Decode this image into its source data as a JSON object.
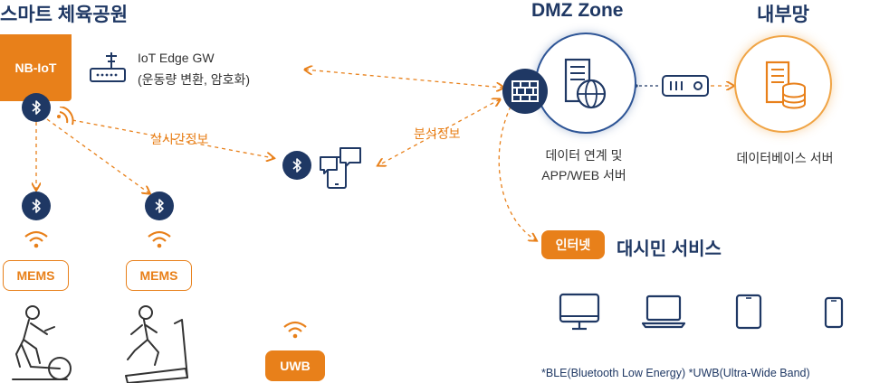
{
  "park": {
    "title": "스마트 체육공원",
    "nb_iot": "NB-IoT"
  },
  "gateway": {
    "line1": "IoT Edge GW",
    "line2": "(운동량 변환, 암호화)"
  },
  "labels": {
    "realtime": "실시간정보",
    "analysis": "분석정보"
  },
  "devices": {
    "mems1": "MEMS",
    "mems2": "MEMS",
    "uwb": "UWB"
  },
  "dmz": {
    "title": "DMZ Zone",
    "desc_line1": "데이터 연계 및",
    "desc_line2": "APP/WEB 서버"
  },
  "internal": {
    "title": "내부망",
    "desc": "데이터베이스 서버"
  },
  "service": {
    "badge": "인터넷",
    "title": "대시민 서비스"
  },
  "footnote": "*BLE(Bluetooth Low Energy)  *UWB(Ultra-Wide Band)",
  "colors": {
    "navy": "#1f3864",
    "blue": "#2e5596",
    "orange": "#e8801a"
  },
  "icons": [
    "bluetooth-icon",
    "router-icon",
    "wifi-icon",
    "firewall-icon",
    "server-globe-icon",
    "database-server-icon",
    "chat-phone-icon",
    "monitor-icon",
    "laptop-icon",
    "tablet-icon",
    "phone-icon",
    "cyclist-icon",
    "treadmill-runner-icon",
    "network-device-icon"
  ]
}
